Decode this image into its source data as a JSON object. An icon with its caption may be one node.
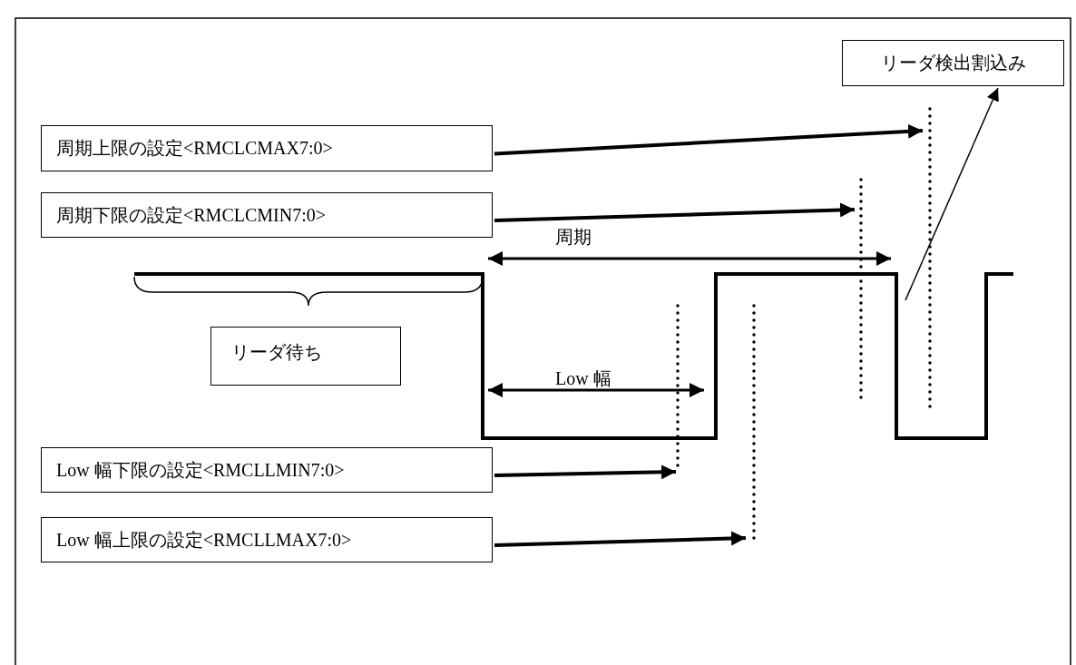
{
  "diagram": {
    "nodes": [
      {
        "text": [
          "リーダ検出割込み"
        ]
      },
      {
        "text": [
          "周期上限の設定<RMCLCMAX7:0>"
        ]
      },
      {
        "text": [
          "周期下限の設定<RMCLCMIN7:0>"
        ]
      },
      {
        "text": [
          "リーダ待ち"
        ]
      },
      {
        "text": [
          "Low 幅下限の設定<RMCLLMIN7:0>"
        ]
      },
      {
        "text": [
          "Low 幅上限の設定<RMCLLMAX7:0>"
        ]
      }
    ],
    "edges": [
      {
        "from": 1,
        "to": null,
        "arrow": "to"
      },
      {
        "from": 2,
        "to": null,
        "arrow": "to"
      },
      {
        "from": null,
        "to": 0,
        "arrow": "to"
      },
      {
        "from": 4,
        "to": null,
        "arrow": "to"
      },
      {
        "from": 5,
        "to": null,
        "arrow": "to"
      }
    ],
    "labels": [
      "周期",
      "Low 幅"
    ]
  }
}
